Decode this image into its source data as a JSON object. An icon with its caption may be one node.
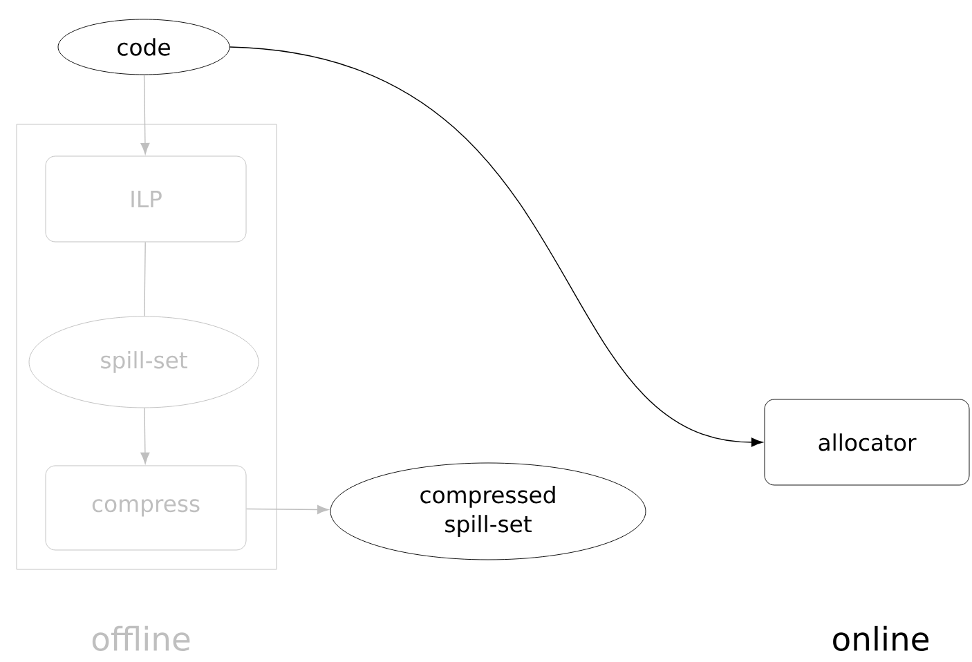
{
  "diagram": {
    "nodes": [
      {
        "text": [
          "code"
        ]
      },
      {
        "text": [],
        "shape": "box"
      },
      {
        "text": [
          "ILP"
        ],
        "in": 1
      },
      {
        "text": [
          "spill-set"
        ],
        "in": 1
      },
      {
        "text": [
          "compress"
        ],
        "in": 1
      },
      {
        "text": [
          "compressed spill-set"
        ]
      },
      {
        "text": [
          "allocator"
        ]
      }
    ],
    "edges": [
      {
        "from": 0,
        "to": 2,
        "arrow": "to"
      },
      {
        "from": 2,
        "to": 3,
        "arrow": "none"
      },
      {
        "from": 3,
        "to": 4,
        "arrow": "to"
      },
      {
        "from": 4,
        "to": 5,
        "arrow": "to"
      },
      {
        "from": 0,
        "to": 6,
        "arrow": "to",
        "color": "#000000"
      }
    ],
    "labels": [
      "offline",
      "online"
    ]
  }
}
